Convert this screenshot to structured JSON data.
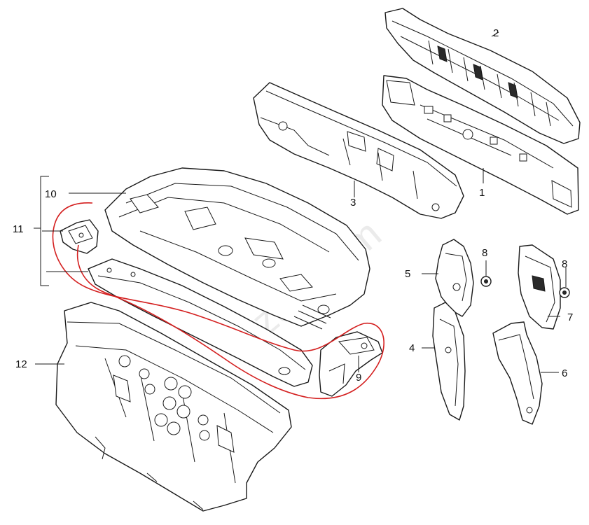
{
  "callouts": [
    {
      "id": "1",
      "text": "1"
    },
    {
      "id": "2",
      "text": "2"
    },
    {
      "id": "3",
      "text": "3"
    },
    {
      "id": "4",
      "text": "4"
    },
    {
      "id": "5",
      "text": "5"
    },
    {
      "id": "6",
      "text": "6"
    },
    {
      "id": "7",
      "text": "7"
    },
    {
      "id": "8a",
      "text": "8"
    },
    {
      "id": "8b",
      "text": "8"
    },
    {
      "id": "9",
      "text": "9"
    },
    {
      "id": "10",
      "text": "10"
    },
    {
      "id": "11",
      "text": "11"
    },
    {
      "id": "12",
      "text": "12"
    }
  ],
  "watermark": "7zap.com",
  "colors": {
    "line": "#1a1a1a",
    "markup": "#d42020",
    "background": "#ffffff"
  }
}
